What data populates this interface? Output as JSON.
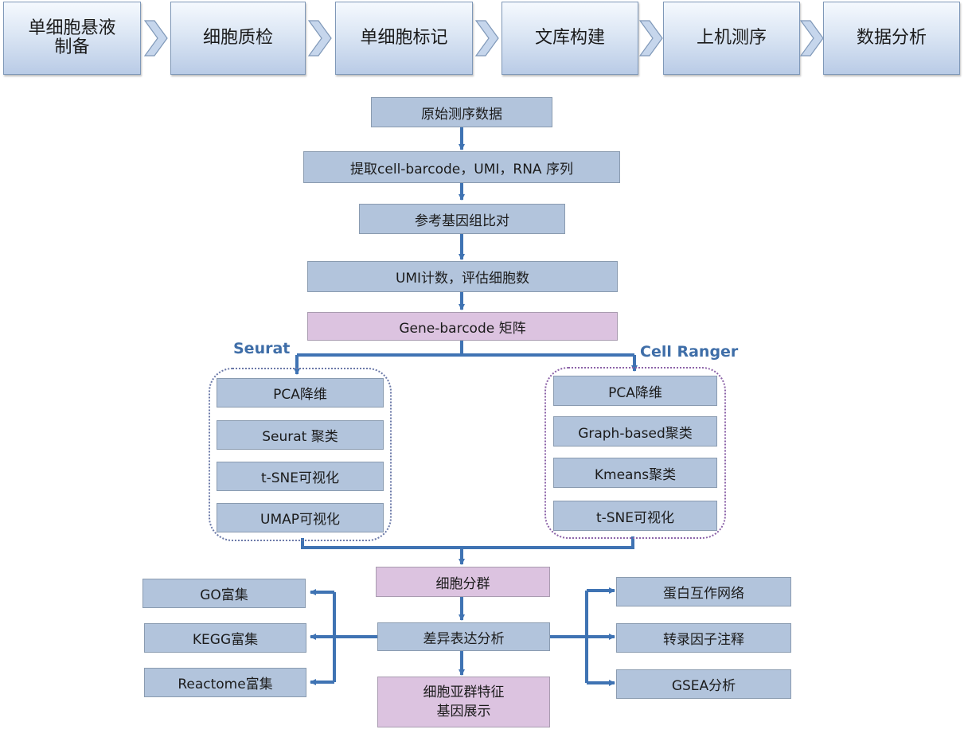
{
  "pipeline": {
    "steps": [
      "单细胞悬液制备",
      "细胞质检",
      "单细胞标记",
      "文库构建",
      "上机测序",
      "数据分析"
    ],
    "step0_line1": "单细胞悬液",
    "step0_line2": "制备"
  },
  "flow": {
    "raw_data": "原始测序数据",
    "extract": "提取cell-barcode，UMI，RNA 序列",
    "align": "参考基因组比对",
    "umi_count": "UMI计数，评估细胞数",
    "matrix": "Gene-barcode 矩阵"
  },
  "seurat": {
    "label": "Seurat",
    "steps": [
      "PCA降维",
      "Seurat 聚类",
      "t-SNE可视化",
      "UMAP可视化"
    ]
  },
  "cellranger": {
    "label": "Cell Ranger",
    "steps": [
      "PCA降维",
      "Graph-based聚类",
      "Kmeans聚类",
      "t-SNE可视化"
    ]
  },
  "downstream": {
    "clustering": "细胞分群",
    "diff_expr": "差异表达分析",
    "subpop_line1": "细胞亚群特征",
    "subpop_line2": "基因展示"
  },
  "enrichment_left": [
    "GO富集",
    "KEGG富集",
    "Reactome富集"
  ],
  "enrichment_right": [
    "蛋白互作网络",
    "转录因子注释",
    "GSEA分析"
  ],
  "colors": {
    "box_blue": "#b2c4dc",
    "box_purple": "#dcc3e0",
    "arrow_blue": "#3f73b3",
    "label_blue": "#3f6ea8"
  }
}
